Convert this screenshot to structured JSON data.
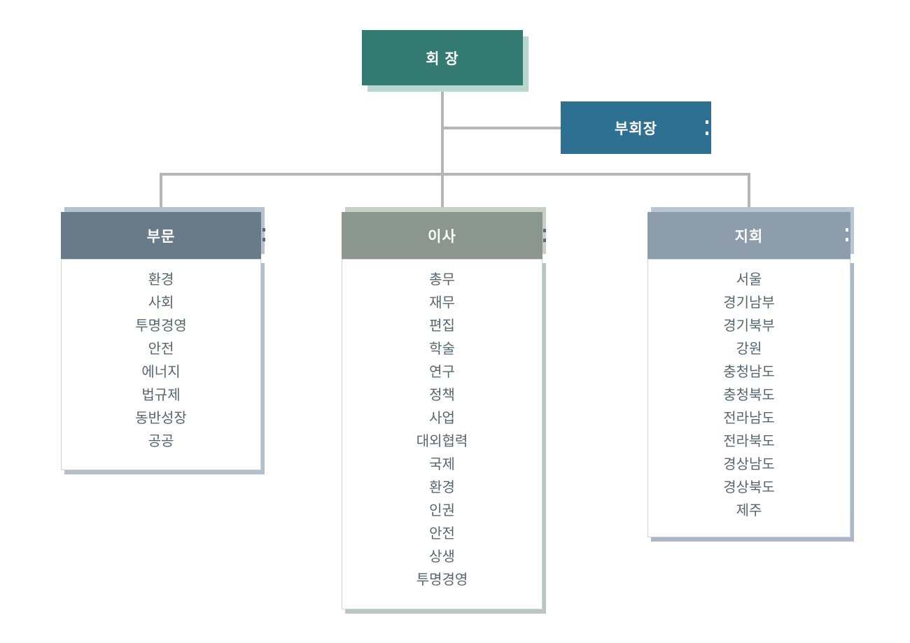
{
  "org": {
    "chairman": {
      "label": "회 장"
    },
    "vice_chairman": {
      "label": "부회장"
    },
    "columns": [
      {
        "key": "division",
        "title": "부문",
        "items": [
          "환경",
          "사회",
          "투명경영",
          "안전",
          "에너지",
          "법규제",
          "동반성장",
          "공공"
        ]
      },
      {
        "key": "directors",
        "title": "이사",
        "items": [
          "총무",
          "재무",
          "편집",
          "학술",
          "연구",
          "정책",
          "사업",
          "대외협력",
          "국제",
          "환경",
          "인권",
          "안전",
          "상생",
          "투명경영"
        ]
      },
      {
        "key": "branches",
        "title": "지회",
        "items": [
          "서울",
          "경기남부",
          "경기북부",
          "강원",
          "충청남도",
          "충청북도",
          "전라남도",
          "전라북도",
          "경상남도",
          "경상북도",
          "제주"
        ]
      }
    ]
  },
  "colors": {
    "chairman_box": "#337a72",
    "chairman_shadow": "#b7d8d0",
    "vice_chairman_box": "#2e7092",
    "division_header": "#697a88",
    "division_header_shadow": "#b3c2ce",
    "directors_header": "#8b968e",
    "directors_header_shadow": "#c6d0c6",
    "branches_header": "#8e9dab",
    "branches_header_shadow": "#b9c7d4",
    "connector_line": "#b5b5b5",
    "item_text": "#56666f",
    "panel_border": "#ccd4da",
    "background": "#ffffff"
  }
}
